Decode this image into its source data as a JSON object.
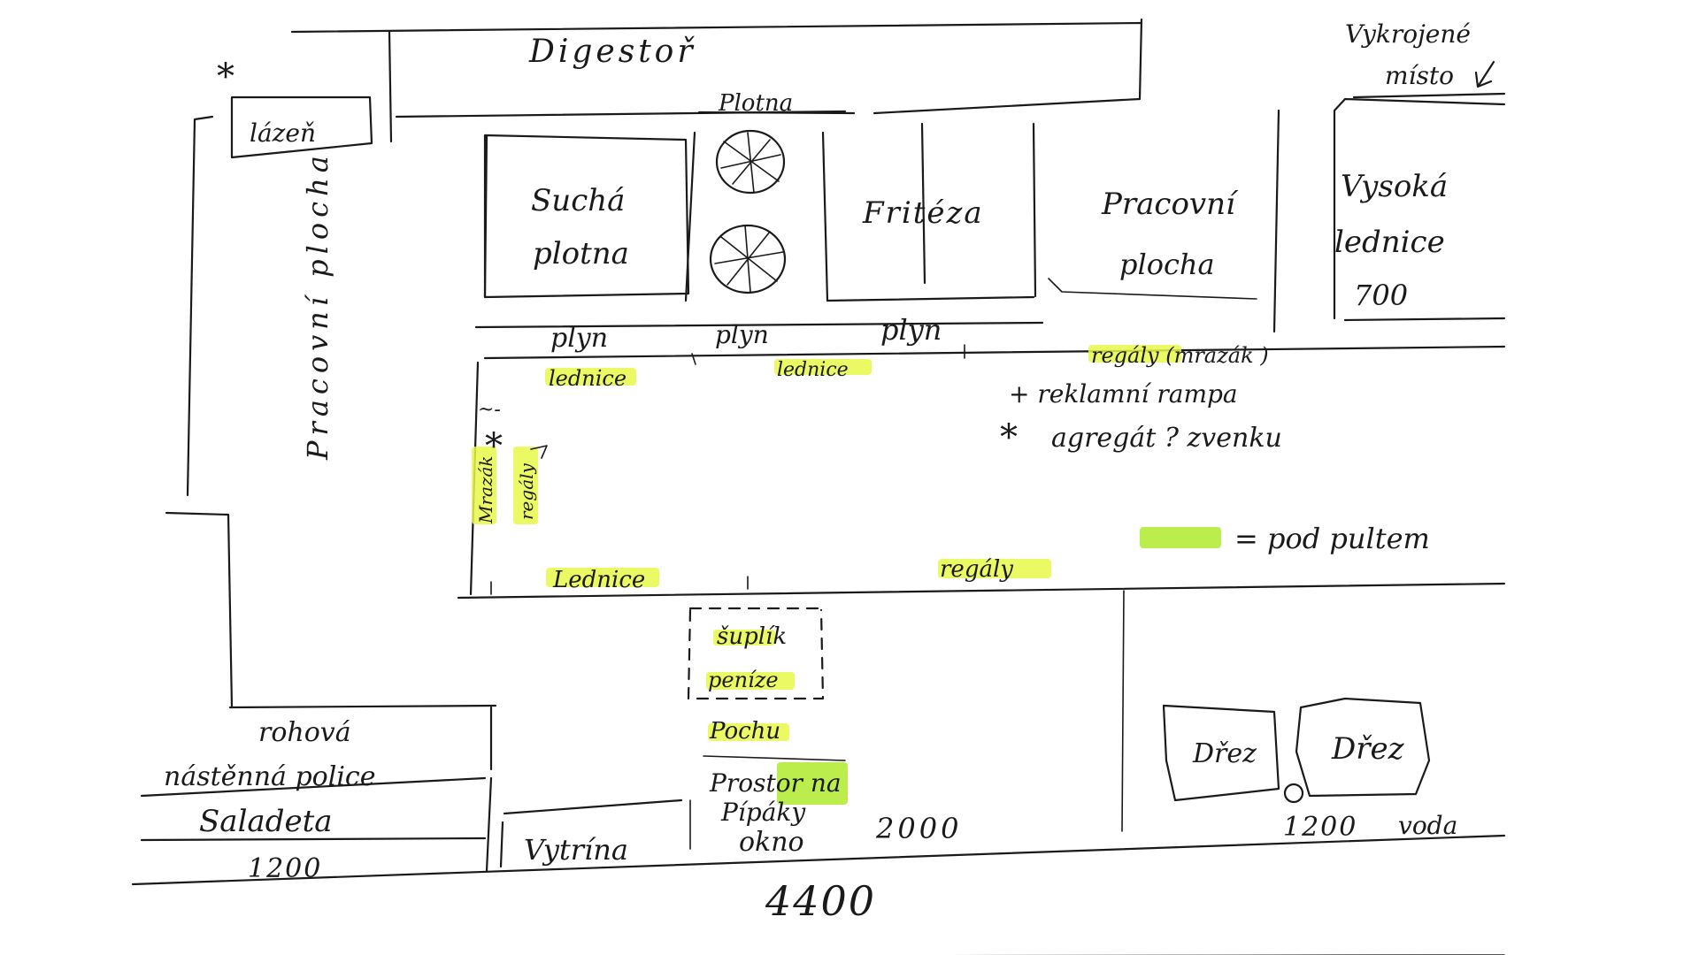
{
  "colors": {
    "ink": "#1a1a1a",
    "highlight": "#e8f84a",
    "highlight_dark": "#b4ec3a"
  },
  "labels": {
    "digestor": "Digestoř",
    "lazen": "lázeň",
    "pracovni_plocha_left": "Pracovní plocha",
    "plotna_top": "Plotna",
    "sucha_plotna_1": "Suchá",
    "sucha_plotna_2": "plotna",
    "friteza": "Fritéza",
    "pracovni_plocha_right_1": "Pracovní",
    "pracovni_plocha_right_2": "plocha",
    "vykrojene_misto_1": "Vykrojené",
    "vykrojene_misto_2": "místo",
    "vysoka_ledvice_1": "Vysoká",
    "vysoka_ledvice_2": "lednice",
    "vysoka_ledvice_3": "700",
    "plyn_1": "plyn",
    "plyn_2": "plyn",
    "plyn_3": "plyn",
    "lednice_1": "lednice",
    "lednice_2": "lednice",
    "regaly_mrazak": "regály (mrazák )",
    "reklamni_rampa": "+ reklamní rampa",
    "agregat_zvenku": "agregát ? zvenku",
    "mrazak_side": "Mrazák",
    "regaly_side": "regály",
    "tilde": "~-",
    "legend_eq": "= pod pultem",
    "lednice_bottom": "Lednice",
    "regaly_bottom": "regály",
    "suplik": "šuplík",
    "penize": "peníze",
    "pochu": "Pochu",
    "prostor_1": "Prostor na",
    "prostor_2": "Pípáky",
    "okno": "okno",
    "dim_2000": "2000",
    "drez_1": "Dřez",
    "drez_2": "Dřez",
    "dim_1200_right": "1200",
    "voda": "voda",
    "rohova_1": "rohová",
    "rohova_2": "nástěnná police",
    "saladeta": "Saladeta",
    "dim_1200_left": "1200",
    "vytrina": "Vytrína",
    "dim_4400": "4400",
    "asterisk": "*"
  }
}
